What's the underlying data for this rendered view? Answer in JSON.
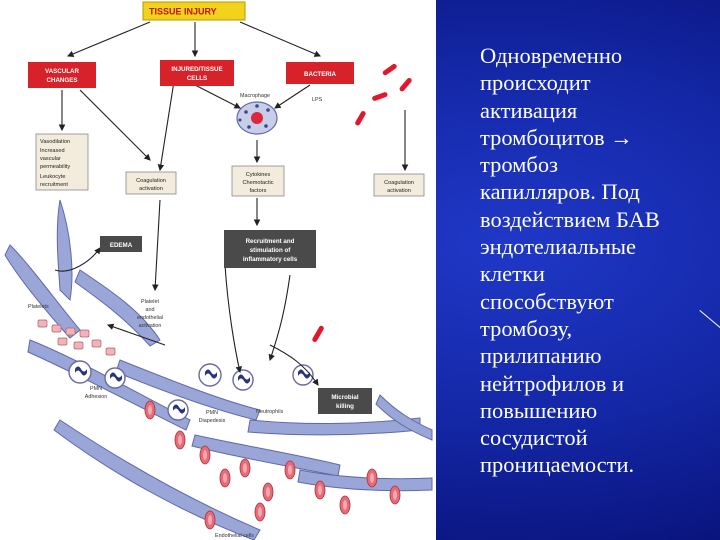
{
  "slide": {
    "text": "Одновременно\nпроисходит\nактивация\nтромбоцитов →\nтромбоз\nкапилляров. Под\nвоздействием БАВ\nэндотелиальные\nклетки\nспособствуют\nтромбозу,\nприлипанию\nнейтрофилов и\nповышению\nсосудистой\nпроницаемости."
  },
  "diagram": {
    "title": "TISSUE INJURY",
    "vascular_changes": [
      "VASCULAR",
      "CHANGES"
    ],
    "injured_tissue_cells": [
      "INJURED/TISSUE",
      "CELLS"
    ],
    "bacteria": "BACTERIA",
    "macrophage": "Macrophage",
    "lps": "LPS",
    "vascular_list": [
      "Vasodilation",
      "Increased",
      "vascular",
      "permeability",
      "Leukocyte",
      "recruitment"
    ],
    "coag_left": [
      "Coagulation",
      "activation"
    ],
    "cytokines": [
      "Cytokines",
      "Chemotactic",
      "factors"
    ],
    "coag_right": [
      "Coagulation",
      "activation"
    ],
    "edema": "EDEMA",
    "recruitment": [
      "Recruitment and",
      "stimulation of",
      "inflammatory cells"
    ],
    "platelets": "Platelets",
    "platelet_activation": [
      "Platelet",
      "and",
      "endothelial",
      "activation"
    ],
    "pmn_adhesion": [
      "PMN",
      "Adhesion"
    ],
    "pmn_diapedesis": [
      "PMN",
      "Diapedesis"
    ],
    "neutrophils": "Neutrophils",
    "microbial_killing": [
      "Microbial",
      "killing"
    ],
    "endothelial_cells": "Endothelial cells"
  },
  "colors": {
    "background": "#0b1a8a",
    "red_box": "#d8222a",
    "title_box": "#f2d21a",
    "dark_box": "#4a4a4a"
  }
}
